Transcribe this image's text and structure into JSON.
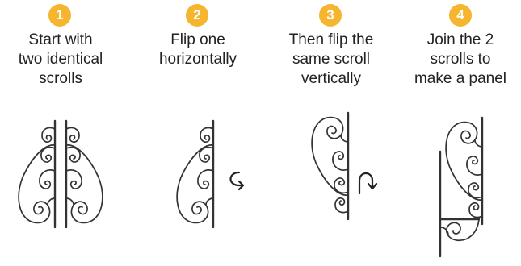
{
  "accent_color": "#f5b52e",
  "steps": [
    {
      "number": "1",
      "caption": "Start with\ntwo identical\nscrolls"
    },
    {
      "number": "2",
      "caption": "Flip one\nhorizontally"
    },
    {
      "number": "3",
      "caption": "Then flip the\nsame scroll\nvertically"
    },
    {
      "number": "4",
      "caption": "Join the 2\nscrolls to\nmake a panel"
    }
  ],
  "icons": {
    "step2_arrow": "flip-horizontal-arrow-icon",
    "step3_arrow": "flip-vertical-arrow-icon",
    "scroll": "wrought-iron-scroll-icon"
  }
}
